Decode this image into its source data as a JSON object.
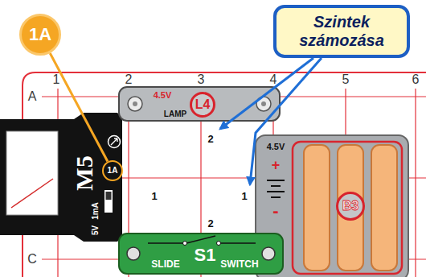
{
  "diagram": {
    "nodes": [
      {
        "text": [
          "1A"
        ]
      },
      {
        "text": [
          "Szintek számozása"
        ]
      },
      {
        "text": [
          "4.5V",
          "LAMP"
        ]
      },
      {
        "text": [
          "L4"
        ],
        "in": 2
      },
      {
        "text": [
          "M5",
          "1mA",
          "5V"
        ]
      },
      {
        "text": [
          "1A"
        ],
        "in": 4
      },
      {
        "text": [
          "4.5V",
          "+",
          "-"
        ]
      },
      {
        "text": [
          "B3"
        ],
        "in": 6
      },
      {
        "text": [
          "SLIDE",
          "S1",
          "SWITCH"
        ]
      }
    ],
    "edges": [
      {
        "from": 0,
        "to": 5,
        "arrow": "none"
      }
    ],
    "labels": [
      "1",
      "2",
      "3",
      "4",
      "5",
      "6",
      "A",
      "C",
      "2",
      "1",
      "1",
      "2"
    ]
  }
}
